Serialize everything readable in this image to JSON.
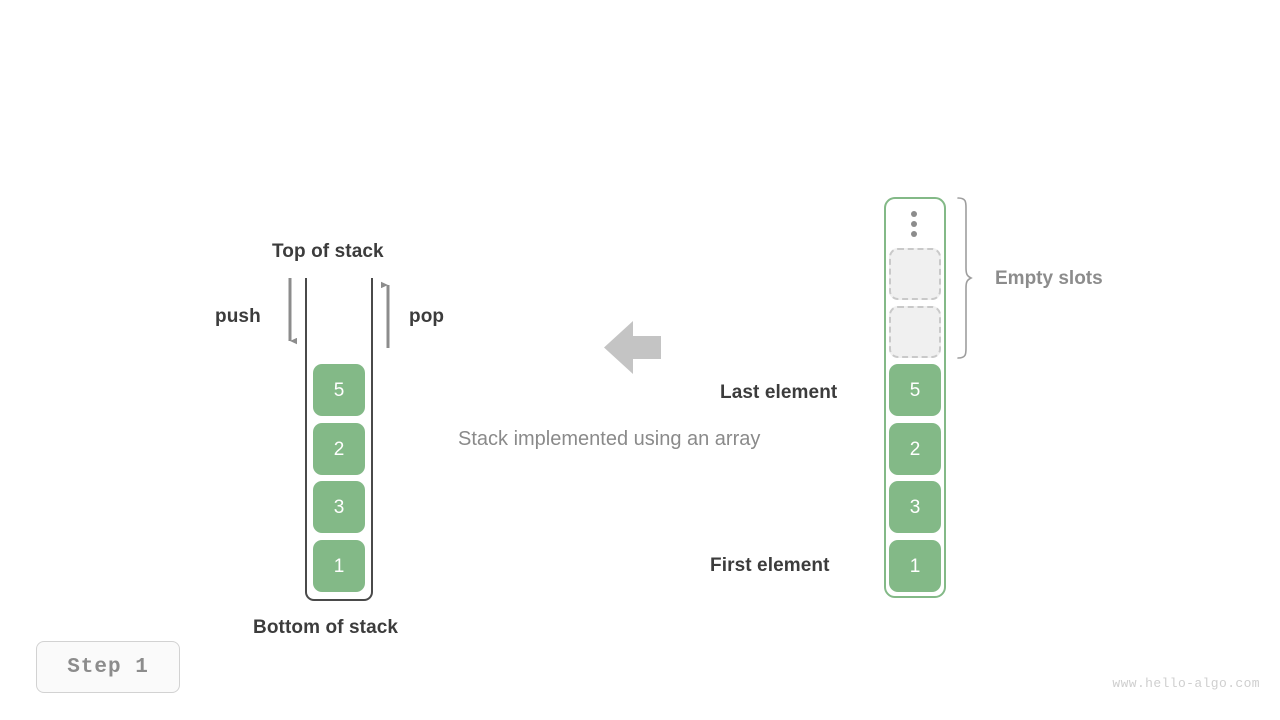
{
  "diagram": {
    "caption": "Stack implemented using an array",
    "watermark": "www.hello-algo.com",
    "step_badge": "Step 1",
    "colors": {
      "cell_green": "#83b987",
      "container_green": "#83b987",
      "container_dark": "#4a4a4a",
      "arrow_gray": "#8c8c8c",
      "block_arrow_gray": "#c4c4c4",
      "empty_slot_fill": "#f0f0f0",
      "empty_slot_border": "#c9c9c9",
      "text_dark": "#3c3c3c",
      "text_muted": "#8c8c8c",
      "background": "#ffffff"
    }
  },
  "left_stack": {
    "title_top": "Top of stack",
    "title_bottom": "Bottom of stack",
    "push_label": "push",
    "pop_label": "pop",
    "cells": [
      {
        "value": "5"
      },
      {
        "value": "2"
      },
      {
        "value": "3"
      },
      {
        "value": "1"
      }
    ]
  },
  "right_array": {
    "empty_slots_label": "Empty slots",
    "last_element_label": "Last element",
    "first_element_label": "First element",
    "ellipsis_icon": "vertical-ellipsis-icon",
    "empty_slots": [
      {
        "value": ""
      },
      {
        "value": ""
      }
    ],
    "cells": [
      {
        "value": "5"
      },
      {
        "value": "2"
      },
      {
        "value": "3"
      },
      {
        "value": "1"
      }
    ]
  }
}
